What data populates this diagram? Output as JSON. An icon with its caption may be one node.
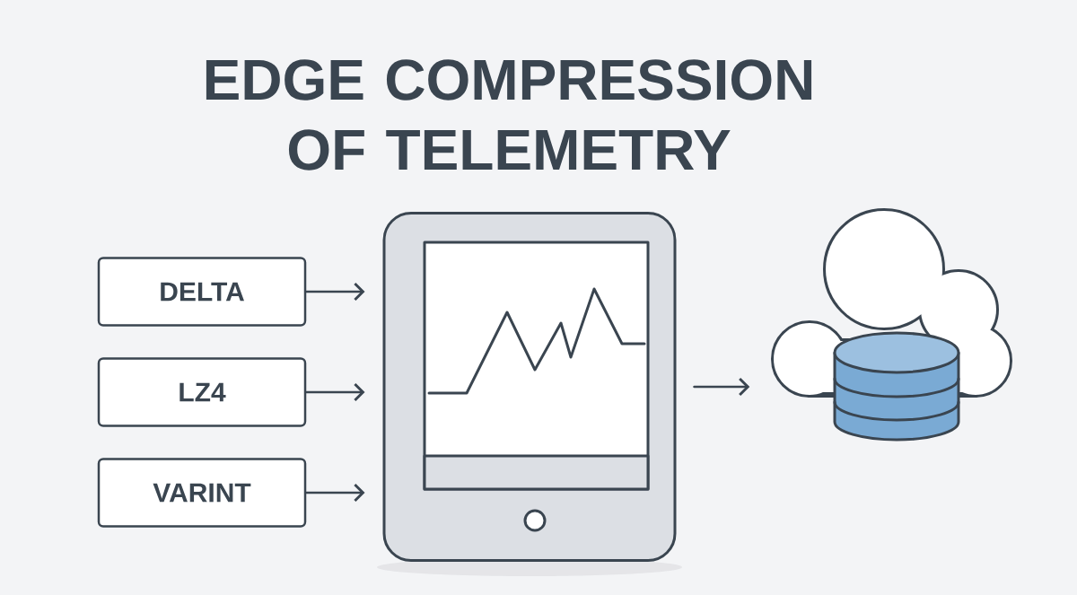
{
  "diagram": {
    "title": "EDGE COMPRESSION OF TELEMETRY",
    "nodes": [
      {
        "text": [
          "DELTA"
        ]
      },
      {
        "text": [
          "LZ4"
        ]
      },
      {
        "text": [
          "VARINT"
        ]
      },
      {
        "text": [],
        "shape": "picture"
      },
      {
        "text": [],
        "shape": "picture"
      }
    ],
    "edges": [
      {
        "from": 0,
        "to": 3,
        "arrow": "to"
      },
      {
        "from": 1,
        "to": 3,
        "arrow": "to"
      },
      {
        "from": 2,
        "to": 3,
        "arrow": "to"
      },
      {
        "from": 3,
        "to": 4,
        "arrow": "to"
      }
    ]
  }
}
